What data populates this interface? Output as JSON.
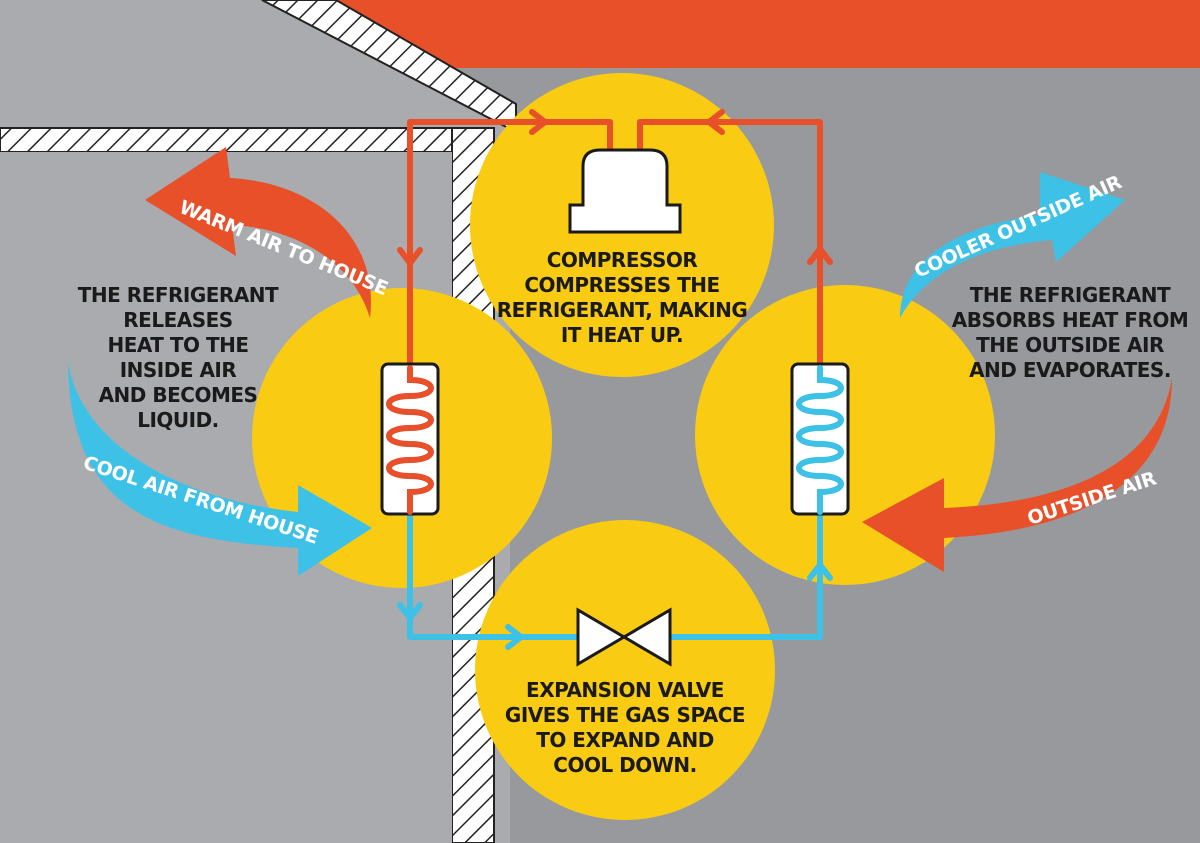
{
  "colors": {
    "outside_bg": "#97999c",
    "inside_bg": "#a9abae",
    "roof": "#e8502a",
    "circle": "#f9cb12",
    "hot_line": "#e8502a",
    "cold_line": "#3ec1e6",
    "wall_hatch": "#222222",
    "text": "#1a1a1a"
  },
  "compressor": {
    "title": "COMPRESSOR",
    "line1": "COMPRESSES THE",
    "line2": "REFRIGERANT, MAKING",
    "line3": "IT HEAT UP."
  },
  "expansion_valve": {
    "title": "EXPANSION VALVE",
    "line1": "GIVES THE GAS SPACE",
    "line2": "TO EXPAND AND",
    "line3": "COOL DOWN."
  },
  "inside_coil_note": {
    "line1": "THE REFRIGERANT",
    "line2": "RELEASES",
    "line3": "HEAT TO THE",
    "line4": "INSIDE AIR",
    "line5": "AND BECOMES",
    "line6": "LIQUID."
  },
  "outside_coil_note": {
    "line1": "THE REFRIGERANT",
    "line2": "ABSORBS HEAT FROM",
    "line3": "THE OUTSIDE AIR",
    "line4": "AND EVAPORATES."
  },
  "arrows": {
    "warm_air": "WARM AIR TO HOUSE",
    "cool_air": "COOL AIR FROM HOUSE",
    "cooler_outside": "COOLER OUTSIDE AIR",
    "outside_air": "OUTSIDE AIR"
  },
  "icons": {
    "compressor": "compressor-icon",
    "valve": "expansion-valve-icon",
    "inside_coil": "condenser-coil-icon",
    "outside_coil": "evaporator-coil-icon"
  }
}
